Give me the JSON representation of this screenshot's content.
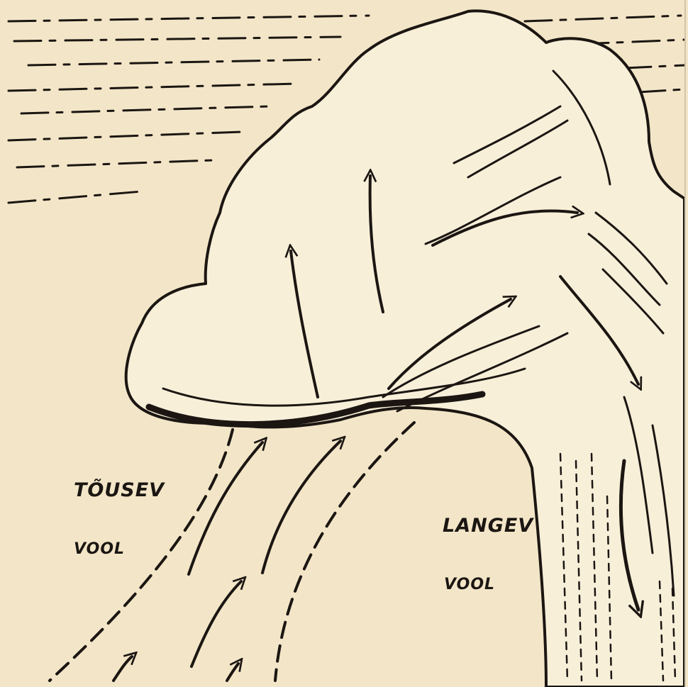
{
  "diagram": {
    "labels": {
      "rising_line1": "TÕUSEV",
      "rising_line2": "VOOL",
      "falling_line1": "LANGEV",
      "falling_line2": "VOOL"
    },
    "colors": {
      "paper": "#f3e6c8",
      "ink": "#1b1612",
      "cloud_fill": "#f8efd9"
    }
  }
}
